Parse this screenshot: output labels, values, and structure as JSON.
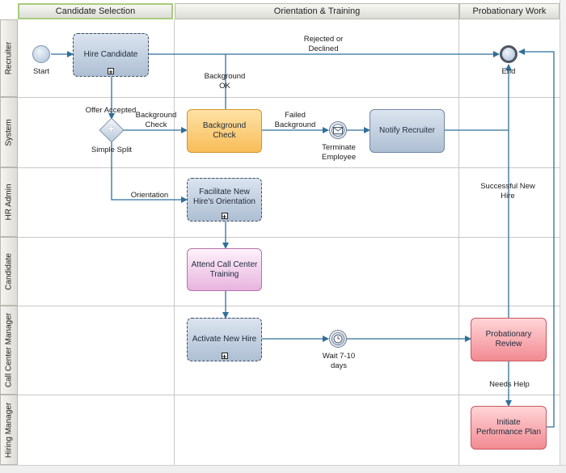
{
  "phases": [
    "Candidate Selection",
    "Orientation & Training",
    "Probationary Work"
  ],
  "lanes": [
    "Recruiter",
    "System",
    "HR Admin",
    "Candidate",
    "Call Center Manager",
    "Hiring Manager"
  ],
  "events": {
    "start": "Start",
    "end": "End",
    "terminate": "Terminate Employee",
    "wait": "Wait 7-10 days"
  },
  "gateway": "Simple Split",
  "tasks": {
    "hire_candidate": "Hire Candidate",
    "background_check": "Background Check",
    "notify_recruiter": "Notify Recruiter",
    "facilitate_orientation": "Facilitate New Hire's Orientation",
    "attend_training": "Attend Call Center Training",
    "activate_new_hire": "Activate New Hire",
    "probationary_review": "Probationary Review",
    "initiate_plan": "Initiate Performance Plan"
  },
  "flow_labels": {
    "rejected": "Rejected or Declined",
    "background_ok": "Background OK",
    "offer_accepted": "Offer Accepted",
    "background_check": "Background Check",
    "failed_background": "Failed Background",
    "orientation": "Orientation",
    "successful_new_hire": "Successful New Hire",
    "needs_help": "Needs Help"
  },
  "colors": {
    "flow": "#2f6f9a",
    "task_blue": "#aebfd3",
    "task_orange": "#f8bd58",
    "task_pink": "#e8b4df",
    "task_red": "#f28a91",
    "phase_highlight": "#a9cc7c"
  }
}
